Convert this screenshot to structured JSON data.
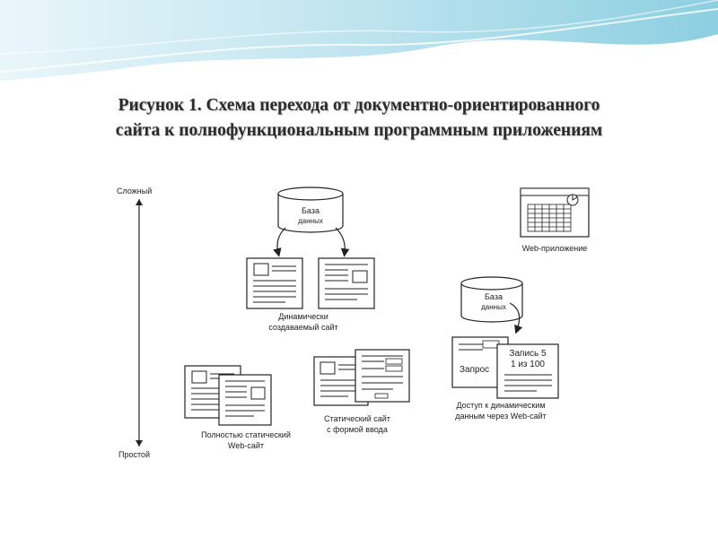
{
  "title": {
    "line1": "Рисунок 1. Схема перехода от документно-ориентированного",
    "line2": "сайта к полнофункциональным программным приложениям"
  },
  "diagram": {
    "axis_top": "Сложный",
    "axis_bottom": "Простой",
    "db1_line1": "База",
    "db1_line2": "данных",
    "db2_line1": "База",
    "db2_line2": "данных",
    "dynamic_line1": "Динамически",
    "dynamic_line2": "создаваемый сайт",
    "webapp": "Web-приложение",
    "static_line1": "Полностью статический",
    "static_line2": "Web-сайт",
    "form_line1": "Статический сайт",
    "form_line2": "с формой ввода",
    "query": "Запрос",
    "record_line1": "Запись 5",
    "record_line2": "1 из 100",
    "access_line1": "Доступ к динамическим",
    "access_line2": "данным через Web-сайт"
  },
  "colors": {
    "wave_light": "#cfeaf2",
    "wave_mid": "#8fd0e2",
    "wave_dark": "#5bb8d0",
    "ink": "#222222"
  }
}
